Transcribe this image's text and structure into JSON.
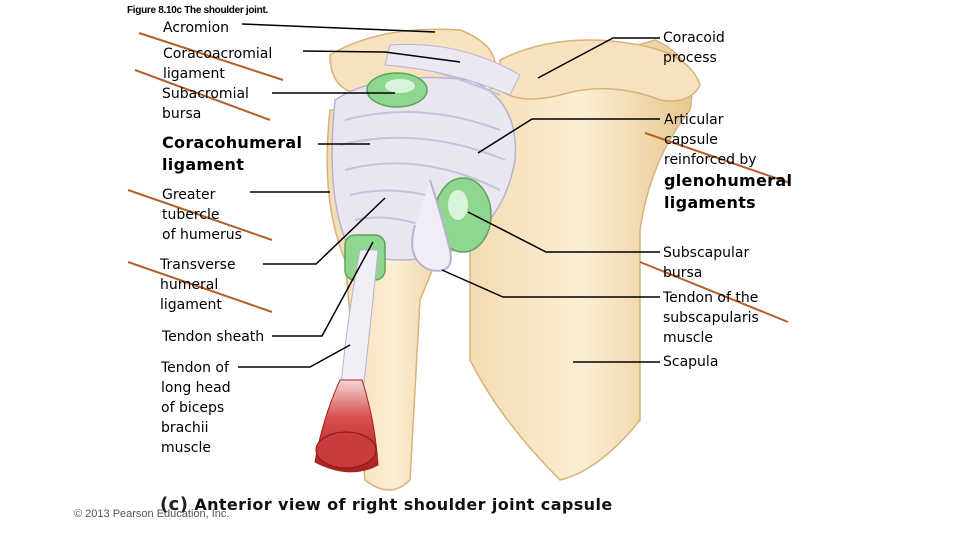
{
  "figure_title": "Figure 8.10c The shoulder joint.",
  "labels_left": {
    "acromion": "Acromion",
    "coracoacromial": "Coracoacromial\nligament",
    "subacromial": "Subacromial\nbursa",
    "coracohumeral": "Coracohumeral\nligament",
    "greater_tubercle": "Greater\ntubercle\nof humerus",
    "transverse": "Transverse\nhumeral\nligament",
    "tendon_sheath": "Tendon sheath",
    "biceps": "Tendon of\nlong head\nof biceps\nbrachii\nmuscle"
  },
  "labels_right": {
    "coracoid": "Coracoid\nprocess",
    "articular_capsule": "Articular\ncapsule\nreinforced by",
    "glenohumeral": "glenohumeral\nligaments",
    "subscapular_bursa": "Subscapular\nbursa",
    "subscapularis": "Tendon of the\nsubscapularis\nmuscle",
    "scapula": "Scapula"
  },
  "caption_letter": "(c)",
  "caption_text": "Anterior view of right shoulder joint capsule",
  "copyright": "© 2013 Pearson Education, Inc."
}
